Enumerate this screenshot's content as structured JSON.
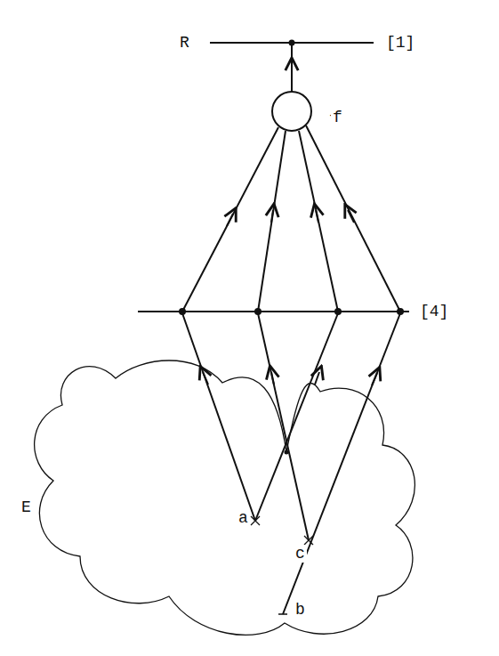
{
  "diagram": {
    "nodes": [
      {
        "text": [
          "f"
        ]
      }
    ],
    "labels": [
      "R",
      "[1]",
      "[4]",
      "f",
      "a",
      "c",
      "b",
      "E"
    ]
  }
}
